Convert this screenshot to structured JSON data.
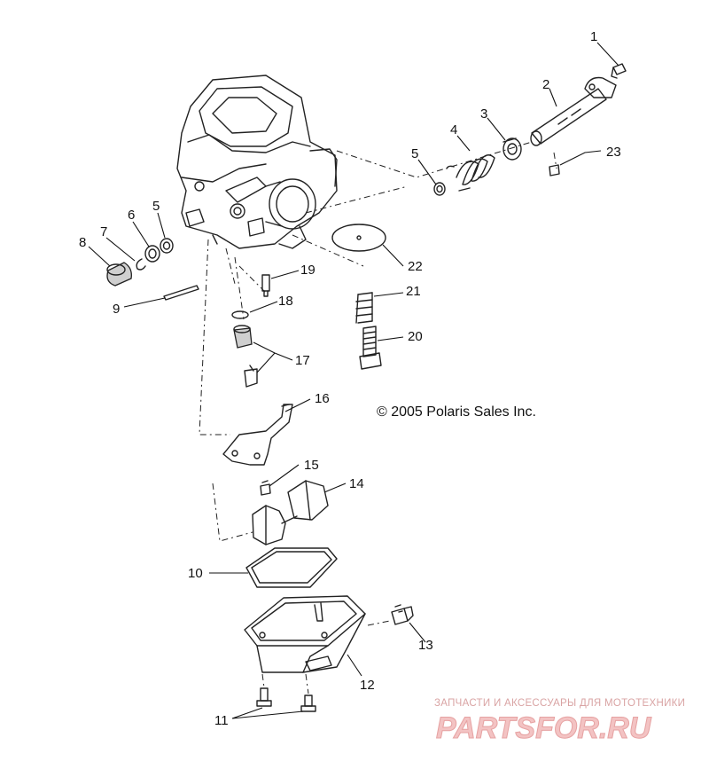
{
  "copyright": "© 2005 Polaris Sales Inc.",
  "watermark": {
    "tagline": "ЗАПЧАСТИ И АКСЕССУАРЫ ДЛЯ МОТОТЕХНИКИ",
    "logo": "PARTSFOR.RU"
  },
  "callouts": [
    {
      "id": "c1",
      "label": "1"
    },
    {
      "id": "c2",
      "label": "2"
    },
    {
      "id": "c3",
      "label": "3"
    },
    {
      "id": "c4",
      "label": "4"
    },
    {
      "id": "c5a",
      "label": "5"
    },
    {
      "id": "c5b",
      "label": "5"
    },
    {
      "id": "c6",
      "label": "6"
    },
    {
      "id": "c7",
      "label": "7"
    },
    {
      "id": "c8",
      "label": "8"
    },
    {
      "id": "c9",
      "label": "9"
    },
    {
      "id": "c10",
      "label": "10"
    },
    {
      "id": "c11",
      "label": "11"
    },
    {
      "id": "c12",
      "label": "12"
    },
    {
      "id": "c13",
      "label": "13"
    },
    {
      "id": "c14",
      "label": "14"
    },
    {
      "id": "c15",
      "label": "15"
    },
    {
      "id": "c16",
      "label": "16"
    },
    {
      "id": "c17",
      "label": "17"
    },
    {
      "id": "c18",
      "label": "18"
    },
    {
      "id": "c19",
      "label": "19"
    },
    {
      "id": "c20",
      "label": "20"
    },
    {
      "id": "c21",
      "label": "21"
    },
    {
      "id": "c22",
      "label": "22"
    },
    {
      "id": "c23",
      "label": "23"
    }
  ]
}
